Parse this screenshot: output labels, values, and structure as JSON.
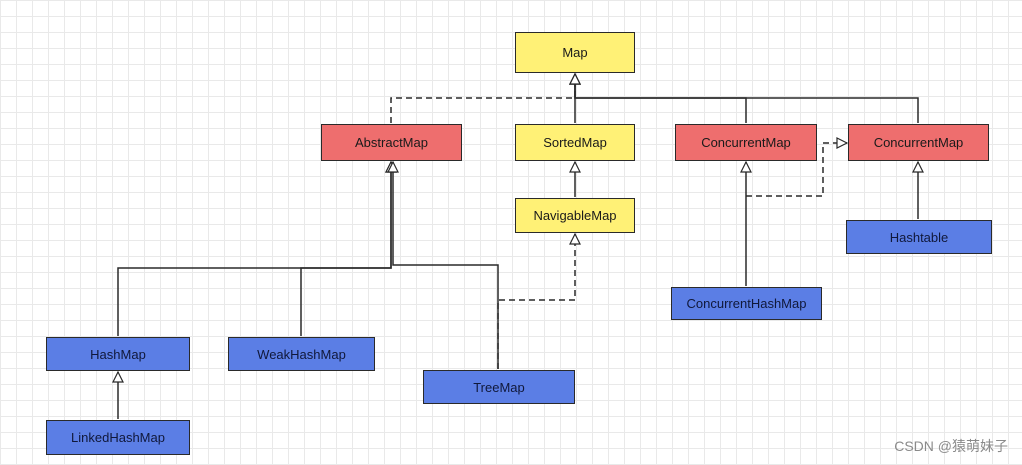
{
  "colors": {
    "interface": "#fff176",
    "abstract": "#ee6e6e",
    "implementation": "#5b7ee5",
    "line": "#2a2a2a"
  },
  "nodes": {
    "map": "Map",
    "abstract_map": "AbstractMap",
    "sorted_map": "SortedMap",
    "concurrent_map_1": "ConcurrentMap",
    "concurrent_map_2": "ConcurrentMap",
    "navigable_map": "NavigableMap",
    "hashtable": "Hashtable",
    "concurrent_hash_map": "ConcurrentHashMap",
    "hash_map": "HashMap",
    "weak_hash_map": "WeakHashMap",
    "tree_map": "TreeMap",
    "linked_hash_map": "LinkedHashMap"
  },
  "watermark": "CSDN @猿萌妹子"
}
